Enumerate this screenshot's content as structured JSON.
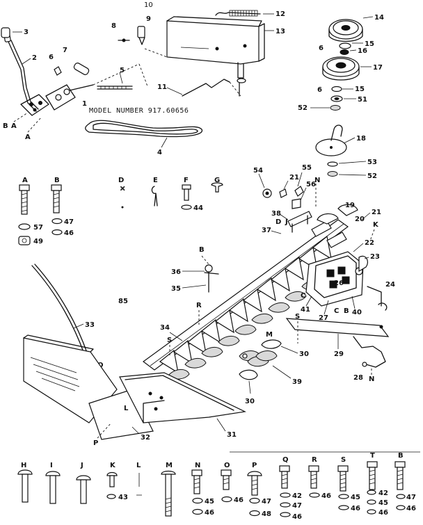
{
  "page_marker": "10",
  "model": "MODEL NUMBER 917.60656",
  "callouts": {
    "c1": "1",
    "c2": "2",
    "c3": "3",
    "c4": "4",
    "c5": "5",
    "c6a": "6",
    "c6b": "6",
    "c6c": "6",
    "c7": "7",
    "c8": "8",
    "c9": "9",
    "c11": "11",
    "c12": "12",
    "c13": "13",
    "c14": "14",
    "c15a": "15",
    "c15b": "15",
    "c16": "16",
    "c17": "17",
    "c18": "18",
    "c19": "19",
    "c20": "20",
    "c21a": "21",
    "c21b": "21",
    "c22": "22",
    "c23": "23",
    "c24": "24",
    "c26": "26",
    "c27": "27",
    "c28": "28",
    "c29": "29",
    "c30a": "30",
    "c30b": "30",
    "c31": "31",
    "c32": "32",
    "c33": "33",
    "c34": "34",
    "c35": "35",
    "c36": "36",
    "c37": "37",
    "c38": "38",
    "c39": "39",
    "c40": "40",
    "c41": "41",
    "c51": "51",
    "c52a": "52",
    "c52b": "52",
    "c53": "53",
    "c54": "54",
    "c55": "55",
    "c56": "56",
    "c85": "85"
  },
  "letters": {
    "A1": "A",
    "B1": "B",
    "A2": "A",
    "K1": "K",
    "B2": "B",
    "N1": "N",
    "D1": "D",
    "J1": "J",
    "K2": "K",
    "S1": "S",
    "R1": "R",
    "C1": "C",
    "C2": "C",
    "L1": "L",
    "S2": "S",
    "M1": "M",
    "O1": "O",
    "N2": "N",
    "P1": "P",
    "B3": "B",
    "T1": "T"
  },
  "hardware_top": [
    {
      "letter": "A",
      "extras": [
        "57",
        "49"
      ]
    },
    {
      "letter": "B",
      "extras": [
        "47",
        "46"
      ]
    },
    {
      "letter": "D",
      "extras": []
    },
    {
      "letter": "E",
      "extras": []
    },
    {
      "letter": "F",
      "extras": [
        "44"
      ]
    },
    {
      "letter": "G",
      "extras": []
    }
  ],
  "hardware_bottom": [
    {
      "letter": "H",
      "extras": []
    },
    {
      "letter": "I",
      "extras": []
    },
    {
      "letter": "J",
      "extras": []
    },
    {
      "letter": "K",
      "extras": [
        "43"
      ]
    },
    {
      "letter": "L",
      "extras": []
    },
    {
      "letter": "M",
      "extras": []
    },
    {
      "letter": "N",
      "extras": [
        "45",
        "46"
      ]
    },
    {
      "letter": "O",
      "extras": [
        "46"
      ]
    },
    {
      "letter": "P",
      "extras": [
        "47",
        "48"
      ]
    },
    {
      "letter": "Q",
      "extras": [
        "42",
        "47",
        "46"
      ]
    },
    {
      "letter": "R",
      "extras": [
        "46"
      ]
    },
    {
      "letter": "S",
      "extras": [
        "45",
        "46"
      ]
    },
    {
      "letter": "T",
      "extras": [
        "42",
        "45",
        "46"
      ]
    },
    {
      "letter": "B",
      "extras": [
        "47",
        "46"
      ]
    }
  ]
}
